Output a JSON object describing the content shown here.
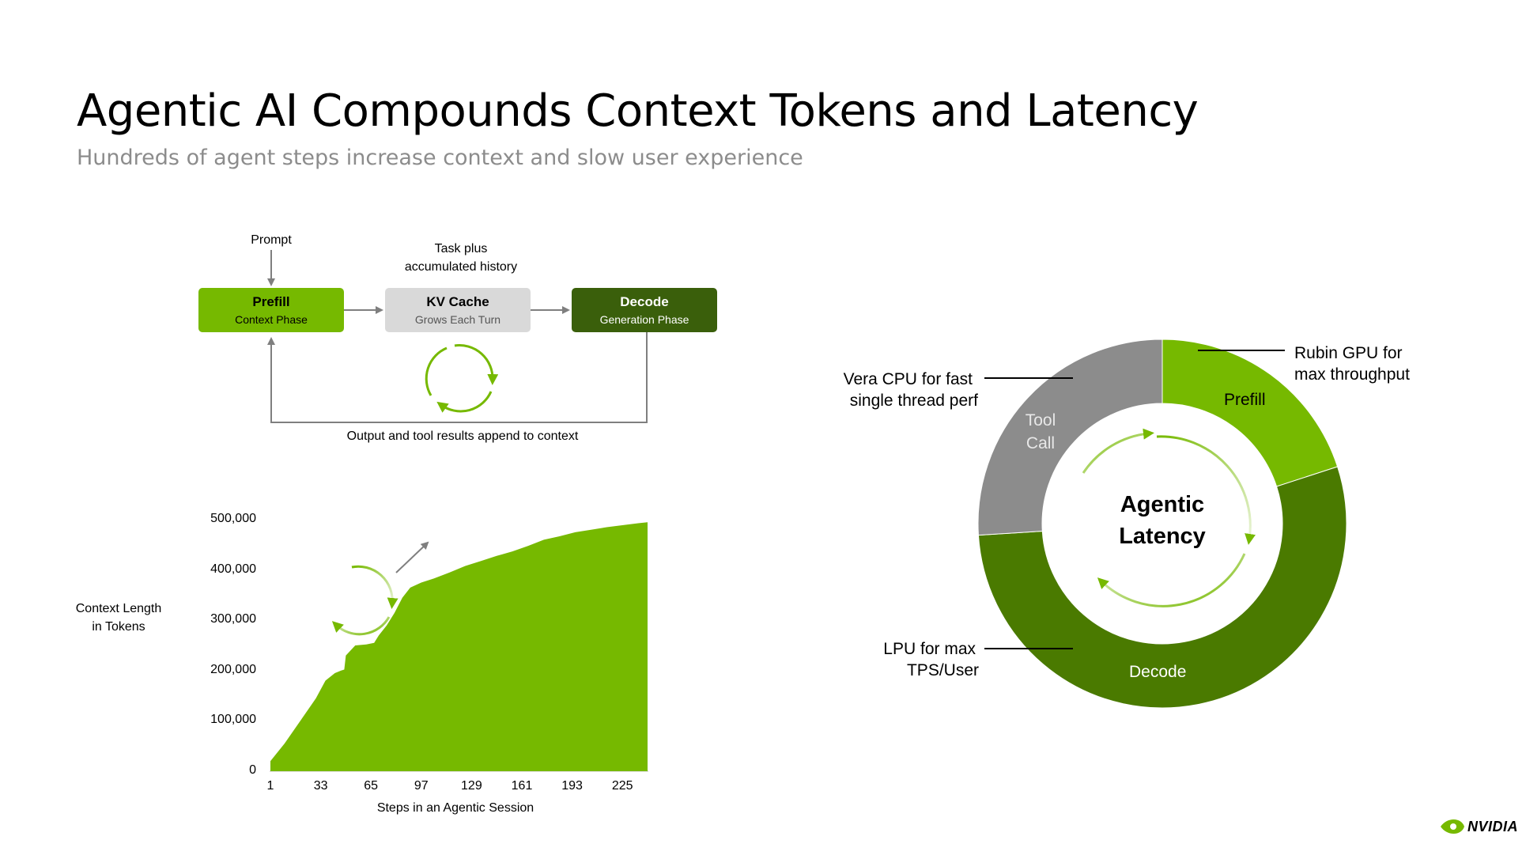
{
  "title": "Agentic AI Compounds Context Tokens and Latency",
  "subtitle": "Hundreds of agent steps increase context and slow user experience",
  "flow": {
    "prompt_label": "Prompt",
    "task_label_line1": "Task plus",
    "task_label_line2": "accumulated history",
    "prefill": {
      "title": "Prefill",
      "subtitle": "Context Phase"
    },
    "kv_cache": {
      "title": "KV Cache",
      "subtitle": "Grows Each Turn"
    },
    "decode": {
      "title": "Decode",
      "subtitle": "Generation Phase"
    },
    "loop_label": "Output and tool results append to context"
  },
  "chart_data": {
    "type": "area",
    "ylabel_line1": "Context Length",
    "ylabel_line2": "in Tokens",
    "xlabel": "Steps in an Agentic Session",
    "x_ticks": [
      "1",
      "33",
      "65",
      "97",
      "129",
      "161",
      "193",
      "225"
    ],
    "y_ticks": [
      "0",
      "100,000",
      "200,000",
      "300,000",
      "400,000",
      "500,000"
    ],
    "ylim": [
      0,
      500000
    ],
    "xlim": [
      1,
      241
    ],
    "x": [
      1,
      10,
      20,
      30,
      36,
      42,
      46,
      48,
      49,
      55,
      62,
      67,
      70,
      75,
      80,
      85,
      90,
      97,
      105,
      115,
      125,
      135,
      145,
      155,
      165,
      175,
      185,
      195,
      205,
      215,
      225,
      235,
      241
    ],
    "y": [
      20000,
      55000,
      100000,
      145000,
      180000,
      195000,
      200000,
      202000,
      230000,
      250000,
      252000,
      255000,
      270000,
      290000,
      315000,
      345000,
      365000,
      375000,
      383000,
      395000,
      408000,
      418000,
      428000,
      437000,
      448000,
      460000,
      467000,
      475000,
      480000,
      485000,
      489000,
      493000,
      495000
    ],
    "color": "#76b900"
  },
  "donut": {
    "center_line1": "Agentic",
    "center_line2": "Latency",
    "segments": [
      {
        "name": "Prefill",
        "fraction": 0.2,
        "color": "#76b900"
      },
      {
        "name": "Decode",
        "fraction": 0.54,
        "color": "#4a7a00"
      },
      {
        "name": "Tool Call",
        "fraction": 0.26,
        "color": "#8c8c8c"
      }
    ],
    "segment_labels": {
      "prefill": "Prefill",
      "decode": "Decode",
      "tool_line1": "Tool",
      "tool_line2": "Call"
    },
    "annotations": {
      "rubin_line1": "Rubin GPU for",
      "rubin_line2": "max throughput",
      "vera_line1": "Vera CPU for fast",
      "vera_line2": "single thread perf",
      "lpu_line1": "LPU for max",
      "lpu_line2": "TPS/User"
    }
  },
  "logo_text": "NVIDIA",
  "colors": {
    "green": "#76b900",
    "dark_green": "#3a5f0b",
    "grey": "#8c8c8c"
  }
}
